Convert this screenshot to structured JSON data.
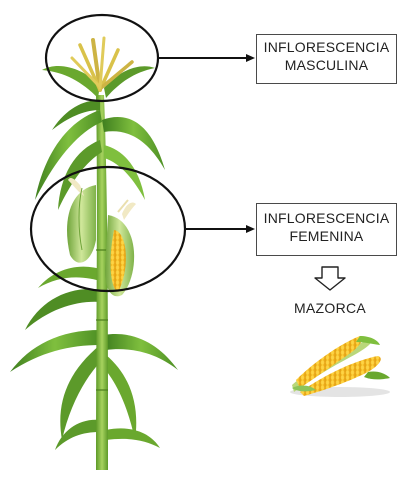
{
  "labels": {
    "male_line1": "INFLORESCENCIA",
    "male_line2": "MASCULINA",
    "female_line1": "INFLORESCENCIA",
    "female_line2": "FEMENINA",
    "product": "MAZORCA"
  },
  "colors": {
    "leaf_dark": "#3f7f1f",
    "leaf_mid": "#6aa82e",
    "leaf_light": "#9fcf55",
    "stalk": "#7fb23a",
    "tassel": "#d9c24a",
    "kernel": "#f2b81c",
    "kernel_dark": "#e09a0c",
    "husk": "#b9d77a",
    "outline": "#111111",
    "arrow": "#111111"
  },
  "icons": {
    "plant": "corn-plant-illustration",
    "cobs": "corn-cobs-illustration",
    "down_arrow": "hollow-down-arrow-icon"
  }
}
